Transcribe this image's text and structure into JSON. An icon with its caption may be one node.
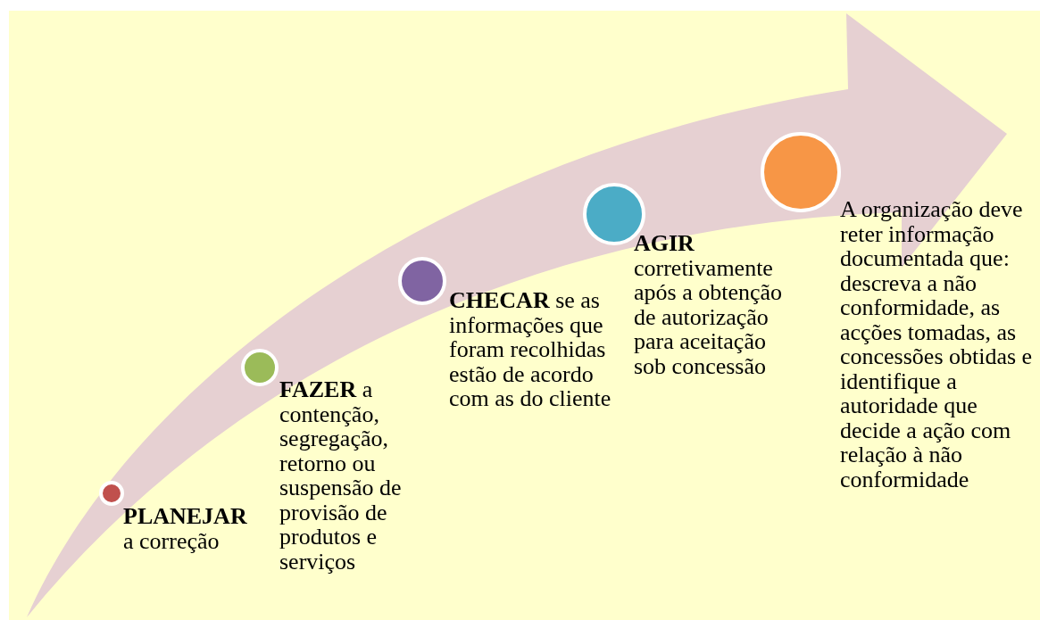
{
  "diagram": {
    "nodes": [
      {
        "text": [
          "**PLANEJAR** a correção"
        ]
      },
      {
        "text": [
          "**FAZER** a contenção, segregação, retorno ou suspensão de provisão de produtos e serviços"
        ]
      },
      {
        "text": [
          "**CHECAR** se as informações que foram recolhidas estão de acordo com as do cliente"
        ]
      },
      {
        "text": [
          "**AGIR** corretivamente após a obtenção de autorização para aceitação sob concessão"
        ]
      },
      {
        "text": [
          "A organização deve reter informação documentada que: descreva a não conformidade, as acções tomadas, as concessões obtidas e identifique a autoridade que decide a ação com relação à não conformidade"
        ]
      }
    ]
  }
}
